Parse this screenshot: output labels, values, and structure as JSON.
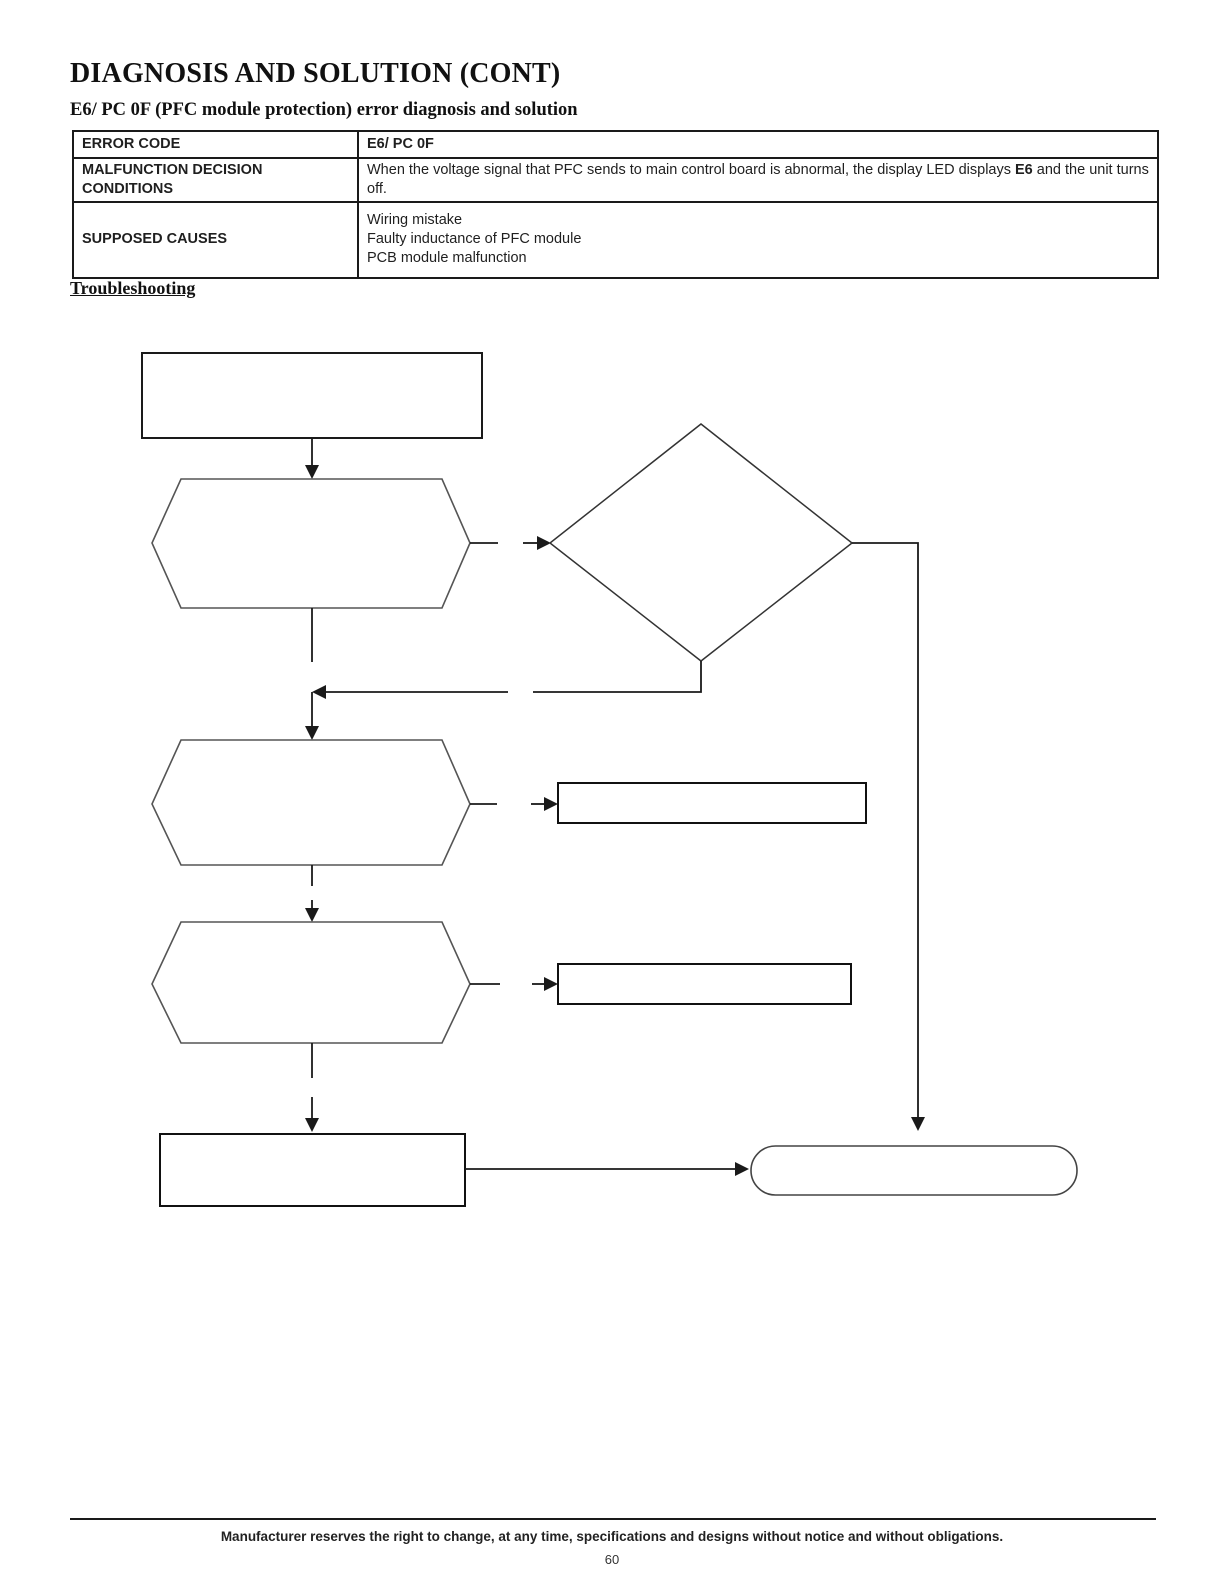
{
  "page": {
    "title": "DIAGNOSIS AND SOLUTION (CONT)",
    "subtitle": "E6/ PC 0F (PFC module protection) error diagnosis and solution",
    "section_heading": "Troubleshooting",
    "footer_note": "Manufacturer reserves the right to change, at any time, specifications and designs without notice and without obligations.",
    "page_number": "60"
  },
  "table": {
    "rows": [
      {
        "label": "ERROR CODE",
        "value": "E6/ PC 0F"
      },
      {
        "label": "MALFUNCTION DECISION CONDITIONS",
        "value_parts": {
          "before": "When the voltage signal that PFC sends to main control board is abnormal, the display LED displays ",
          "bold": "E6",
          "after": " and the unit turns off."
        }
      },
      {
        "label": "SUPPOSED CAUSES",
        "values": [
          "Wiring mistake",
          "Faulty inductance of PFC module",
          "PCB module malfunction"
        ]
      }
    ]
  },
  "flowchart": {
    "note": "all shapes are blank (no text printed inside)",
    "shapes": [
      "start-box",
      "check-hexagon-1",
      "decision-diamond",
      "check-hexagon-2",
      "action-box-1",
      "check-hexagon-3",
      "action-box-2",
      "process-box-end",
      "terminator-stadium"
    ]
  },
  "colors": {
    "ink": "#1a1a1a",
    "hexagon_stroke": "#555555",
    "paper": "#ffffff"
  }
}
